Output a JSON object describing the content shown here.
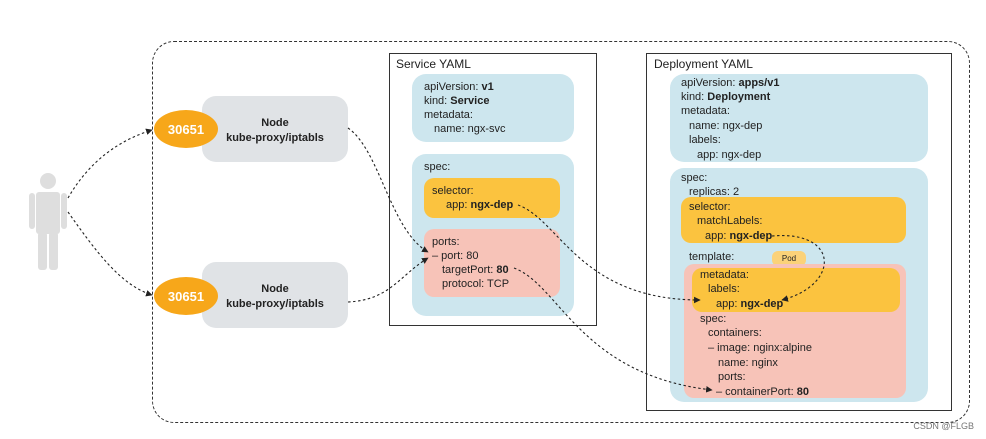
{
  "nodes": [
    {
      "title": "Node",
      "subtitle": "kube-proxy/iptabls",
      "port": "30651"
    },
    {
      "title": "Node",
      "subtitle": "kube-proxy/iptabls",
      "port": "30651"
    }
  ],
  "service": {
    "title": "Service YAML",
    "api_key": "apiVersion: ",
    "api_val": "v1",
    "kind_key": "kind: ",
    "kind_val": "Service",
    "metadata": "metadata:",
    "name": "name: ngx-svc",
    "spec": "spec:",
    "selector": "selector:",
    "app_key": "app: ",
    "app_val": "ngx-dep",
    "ports": "ports:",
    "port": "– port: 80",
    "target_key": "targetPort: ",
    "target_val": "80",
    "protocol": "protocol: TCP"
  },
  "deployment": {
    "title": "Deployment YAML",
    "api_key": "apiVersion: ",
    "api_val": "apps/v1",
    "kind_key": "kind: ",
    "kind_val": "Deployment",
    "metadata": "metadata:",
    "name": "name: ngx-dep",
    "labels": "labels:",
    "labels_app": "app: ngx-dep",
    "spec": "spec:",
    "replicas": "replicas: 2",
    "selector": "selector:",
    "match_labels": "matchLabels:",
    "match_app_key": "app: ",
    "match_app_val": "ngx-dep",
    "template": "template:",
    "pod_tag": "Pod",
    "t_metadata": "metadata:",
    "t_labels": "labels:",
    "t_app_key": "app: ",
    "t_app_val": "ngx-dep",
    "t_spec": "spec:",
    "containers": "containers:",
    "image": "– image: nginx:alpine",
    "c_name": "name: nginx",
    "c_ports": "ports:",
    "cport_key": "– containerPort: ",
    "cport_val": "80"
  },
  "watermark": "CSDN @FLGB"
}
